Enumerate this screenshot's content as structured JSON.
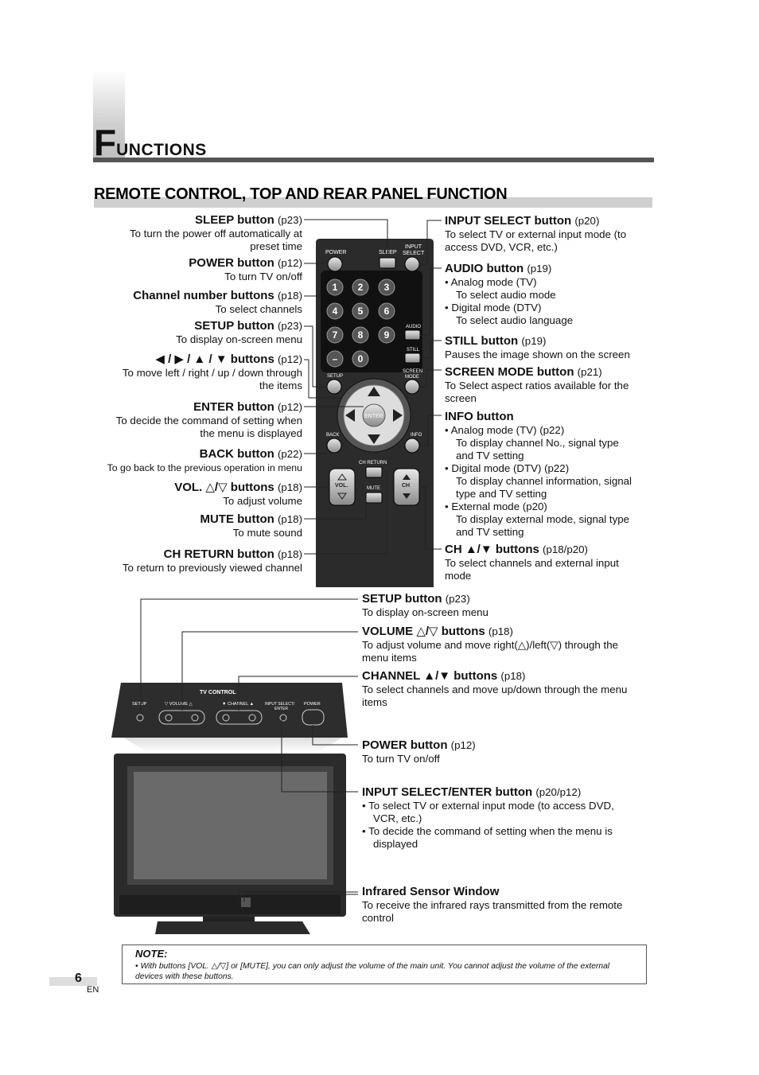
{
  "header": {
    "title_initial": "F",
    "title_rest": "UNCTIONS"
  },
  "section_title": "REMOTE CONTROL, TOP AND REAR PANEL FUNCTION",
  "left_labels": [
    {
      "name": "SLEEP button",
      "ref": "(p23)",
      "desc": [
        "To turn the power off automatically at",
        "preset time"
      ]
    },
    {
      "name": "POWER button",
      "ref": "(p12)",
      "desc": [
        "To turn TV on/off"
      ]
    },
    {
      "name": "Channel number buttons",
      "ref": "(p18)",
      "desc": [
        "To select channels"
      ]
    },
    {
      "name": "SETUP button",
      "ref": "(p23)",
      "desc": [
        "To display on-screen menu"
      ]
    },
    {
      "name": "◀ / ▶ / ▲ / ▼ buttons",
      "ref": "(p12)",
      "desc": [
        "To move left / right / up / down through",
        "the items"
      ]
    },
    {
      "name": "ENTER button",
      "ref": "(p12)",
      "desc": [
        "To decide the command of setting when",
        "the menu is displayed"
      ]
    },
    {
      "name": "BACK button",
      "ref": "(p22)",
      "desc": [
        "To go back to the previous operation in menu"
      ]
    },
    {
      "name": "VOL. △/▽ buttons",
      "ref": "(p18)",
      "desc": [
        "To adjust volume"
      ]
    },
    {
      "name": "MUTE button",
      "ref": "(p18)",
      "desc": [
        "To mute sound"
      ]
    },
    {
      "name": "CH RETURN button",
      "ref": "(p18)",
      "desc": [
        "To return to previously viewed channel"
      ]
    }
  ],
  "right_labels": {
    "input_select": {
      "name": "INPUT SELECT button",
      "ref": "(p20)",
      "desc": [
        "To select TV or external input mode (to",
        "access DVD, VCR, etc.)"
      ]
    },
    "audio": {
      "name": "AUDIO button",
      "ref": "(p19)",
      "lines": [
        "• Analog mode (TV)",
        "To select audio mode",
        "• Digital mode (DTV)",
        "To select audio language"
      ]
    },
    "still": {
      "name": "STILL button",
      "ref": "(p19)",
      "desc": [
        "Pauses the image shown on the screen"
      ]
    },
    "screen_mode": {
      "name": "SCREEN MODE button",
      "ref": "(p21)",
      "desc": [
        "To Select aspect ratios available for the",
        "screen"
      ]
    },
    "info": {
      "name": "INFO button",
      "lines": [
        "• Analog mode (TV) (p22)",
        "To display channel No., signal type",
        "and TV setting",
        "• Digital mode (DTV) (p22)",
        "To display channel information, signal",
        "type and TV setting",
        "• External mode (p20)",
        "To display external mode, signal type",
        "and TV setting"
      ]
    },
    "ch": {
      "name": "CH ▲/▼ buttons",
      "ref": "(p18/p20)",
      "desc": [
        "To select channels and external input",
        "mode"
      ]
    }
  },
  "panel_labels": {
    "setup": {
      "name": "SETUP button",
      "ref": "(p23)",
      "desc": [
        "To display on-screen menu"
      ]
    },
    "volume": {
      "name": "VOLUME △/▽ buttons",
      "ref": "(p18)",
      "desc": [
        "To adjust volume and move right(△)/left(▽) through the",
        "menu items"
      ]
    },
    "channel": {
      "name": "CHANNEL ▲/▼ buttons",
      "ref": "(p18)",
      "desc": [
        "To select channels and move up/down through the menu",
        "items"
      ]
    },
    "power": {
      "name": "POWER button",
      "ref": "(p12)",
      "desc": [
        "To turn TV on/off"
      ]
    },
    "input_enter": {
      "name": "INPUT SELECT/ENTER button",
      "ref": "(p20/p12)",
      "lines": [
        "• To select TV or external input mode (to access DVD,",
        "VCR, etc.)",
        "• To decide the command of setting when the menu is",
        "displayed"
      ]
    },
    "ir": {
      "name": "Infrared Sensor Window",
      "desc": [
        "To receive the infrared rays transmitted from the remote",
        "control"
      ]
    }
  },
  "remote": {
    "power": "POWER",
    "sleep": "SLEEP",
    "input": "INPUT",
    "select": "SELECT",
    "digits": [
      "1",
      "2",
      "3",
      "4",
      "5",
      "6",
      "7",
      "8",
      "9",
      "–",
      "0"
    ],
    "audio": "AUDIO",
    "still": "STILL",
    "setup": "SETUP",
    "screen": "SCREEN",
    "mode": "MODE",
    "enter": "ENTER",
    "back": "BACK",
    "info": "INFO",
    "ch_return": "CH RETURN",
    "vol": "VOL.",
    "mute": "MUTE",
    "ch": "CH"
  },
  "panel": {
    "title": "TV CONTROL",
    "setup": "SETUP",
    "volume": "▽ VOLUME △",
    "channel": "▼ CHANNEL ▲",
    "input1": "INPUT SELECT/",
    "input2": "ENTER",
    "power": "POWER"
  },
  "note": {
    "title": "NOTE:",
    "text": "• With buttons [VOL. △/▽] or [MUTE], you can only adjust the volume of the main unit. You cannot adjust the volume of the external devices with these buttons."
  },
  "page": {
    "number": "6",
    "lang": "EN"
  },
  "colors": {
    "remote_body": "#2b2b2b",
    "header_line": "#555555",
    "section_bar": "#cfcfcf"
  }
}
